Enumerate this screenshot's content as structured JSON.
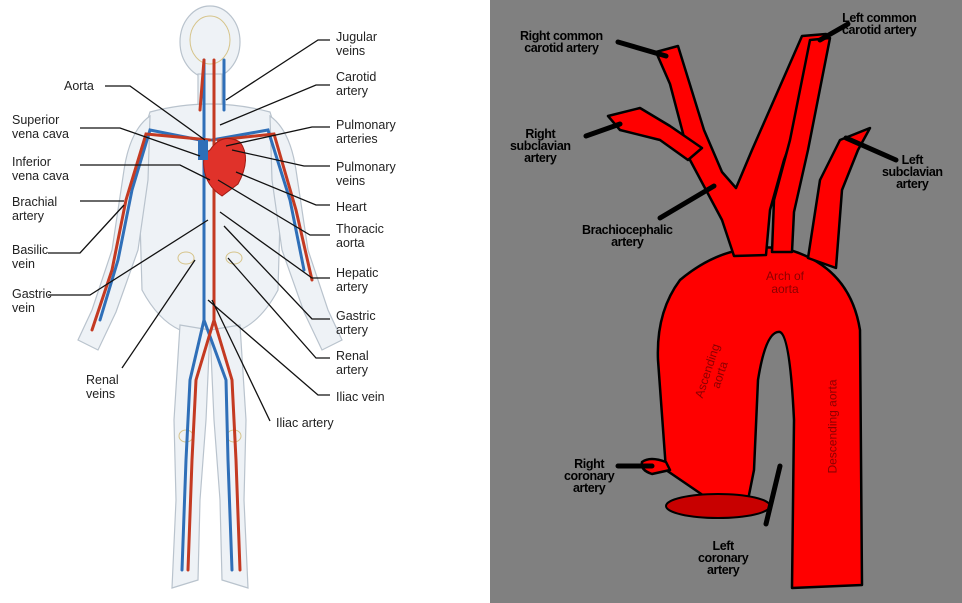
{
  "left_diagram": {
    "labels": {
      "aorta": "Aorta",
      "superior_vena_cava": "Superior\nvena cava",
      "inferior_vena_cava": "Inferior\nvena cava",
      "brachial_artery": "Brachial\nartery",
      "basilic_vein": "Basilic\nvein",
      "gastric_vein": "Gastric\nvein",
      "renal_veins": "Renal\nveins",
      "jugular_veins": "Jugular\nveins",
      "carotid_artery": "Carotid\nartery",
      "pulmonary_arteries": "Pulmonary\narteries",
      "pulmonary_veins": "Pulmonary\nveins",
      "heart": "Heart",
      "thoracic_aorta": "Thoracic\naorta",
      "hepatic_artery": "Hepatic\nartery",
      "gastric_artery": "Gastric\nartery",
      "renal_artery": "Renal\nartery",
      "iliac_vein": "Iliac vein",
      "iliac_artery": "Iliac artery"
    }
  },
  "right_diagram": {
    "labels": {
      "right_common_carotid": "Right common\ncarotid artery",
      "left_common_carotid": "Left common\ncarotid artery",
      "right_subclavian": "Right\nsubclavian\nartery",
      "left_subclavian": "Left\nsubclavian\nartery",
      "brachiocephalic": "Brachiocephalic\nartery",
      "arch_of_aorta": "Arch of\naorta",
      "ascending_aorta": "Ascending\naorta",
      "descending_aorta": "Descending aorta",
      "right_coronary": "Right\ncoronary\nartery",
      "left_coronary": "Left\ncoronary\nartery"
    }
  },
  "colors": {
    "artery": "#ff0000",
    "vein": "#2f6fb8",
    "background_right": "#808080"
  }
}
